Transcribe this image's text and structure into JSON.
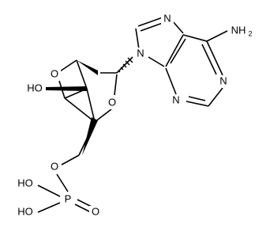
{
  "atoms": {
    "n_top": "N",
    "nh2": "NH",
    "nh2_sub": "2",
    "n_pyr_right": "N",
    "n_pyr_bottom": "N",
    "n9": "N",
    "o_bridge": "O",
    "o_ring": "O",
    "ho": "HO",
    "o_phos_link": "O",
    "p": "P",
    "o_double": "O",
    "oh_top": "HO",
    "oh_bottom": "HO"
  },
  "colors": {
    "bond": "#000000",
    "text": "#000000",
    "background": "#ffffff"
  }
}
